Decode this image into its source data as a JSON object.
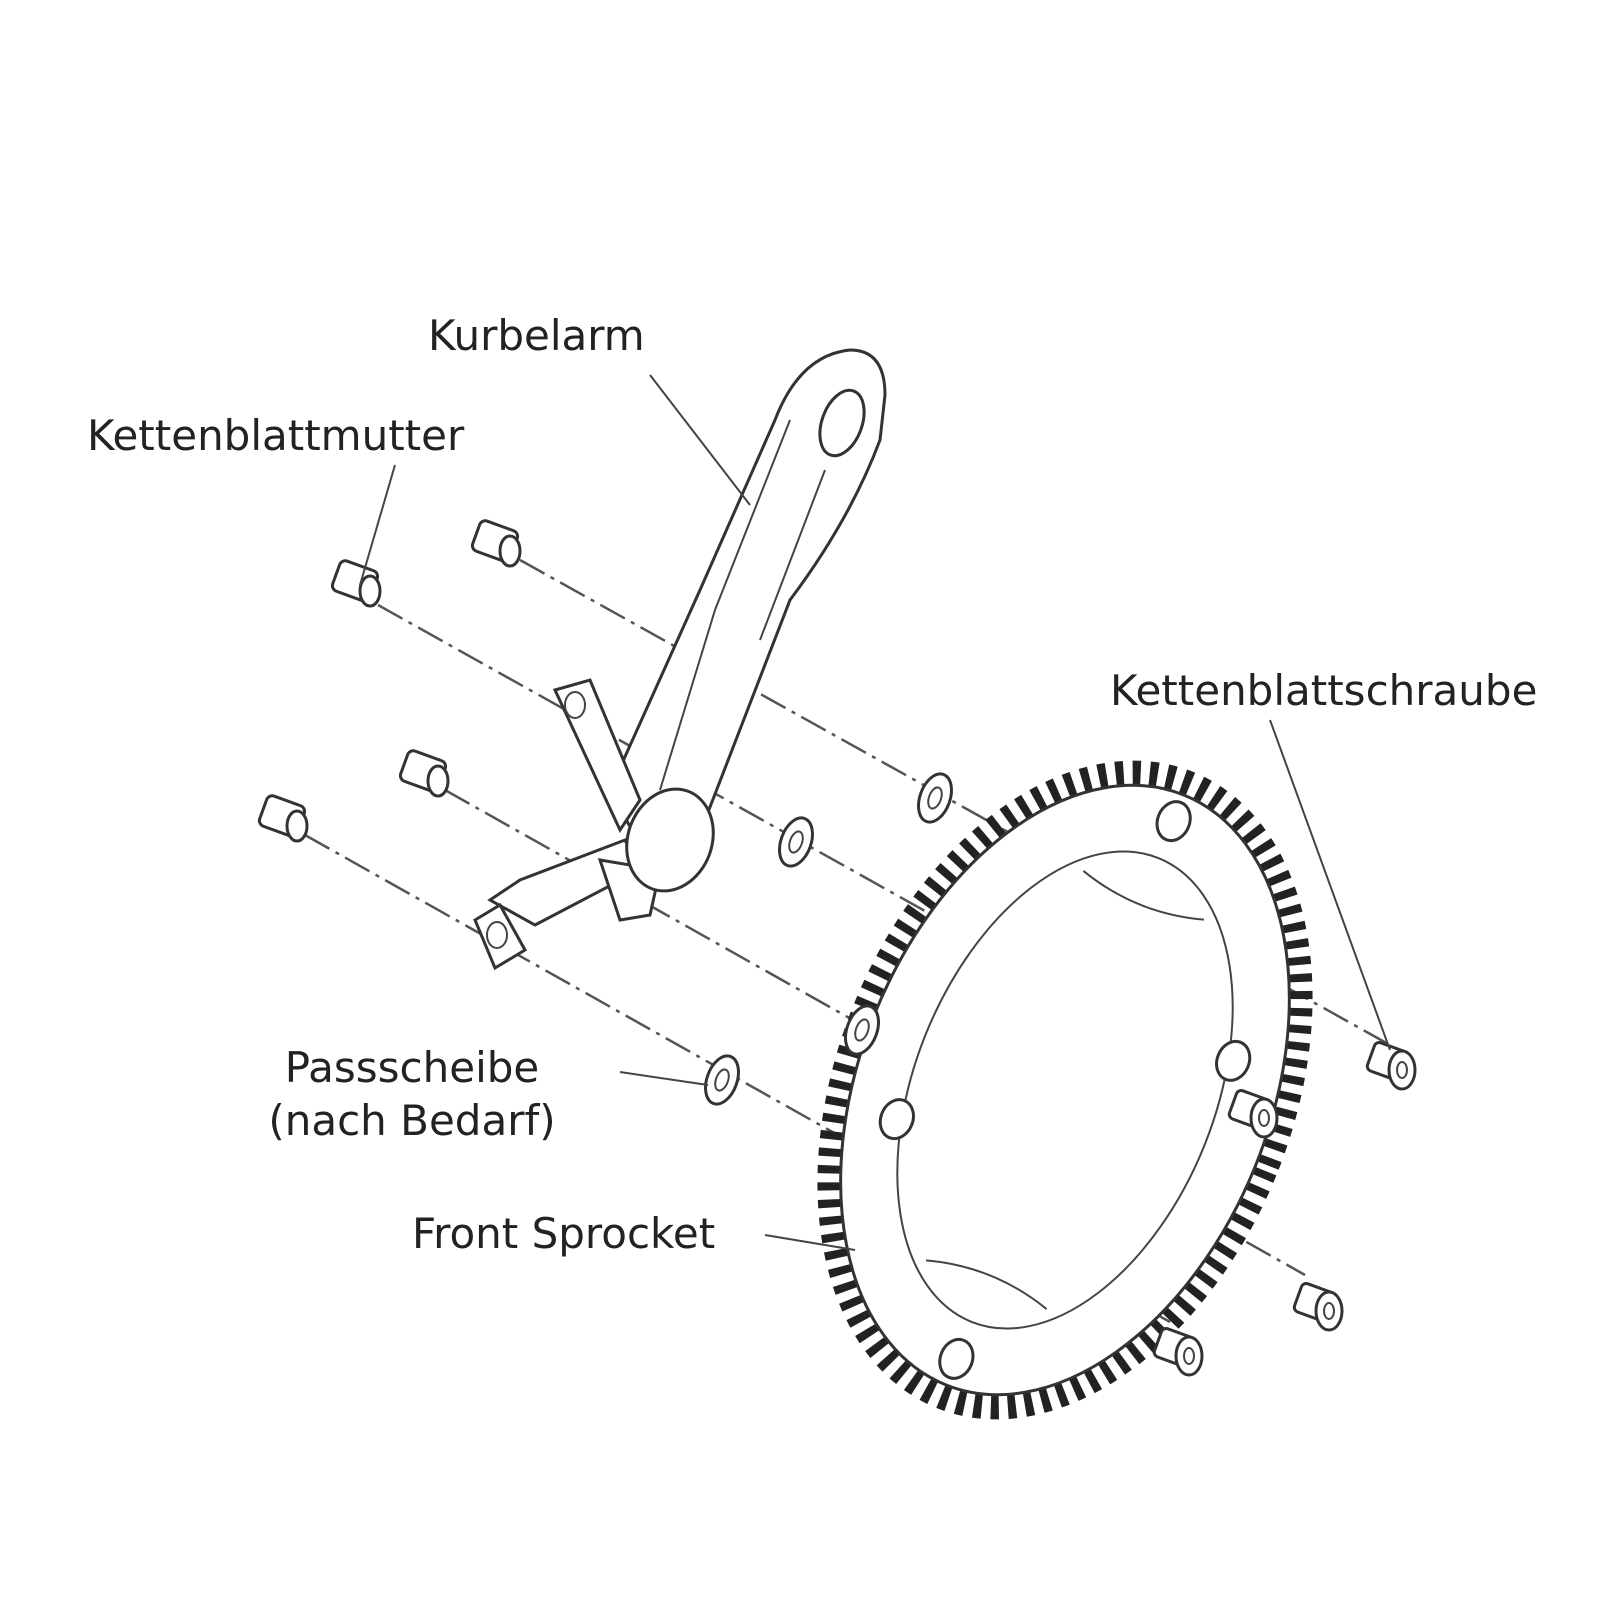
{
  "labels": {
    "crank_arm": "Kurbelarm",
    "chainring_nut": "Kettenblattmutter",
    "chainring_bolt": "Kettenblattschraube",
    "shim_line1": "Passscheibe",
    "shim_line2": "(nach Bedarf)",
    "front_sprocket": "Front Sprocket"
  },
  "colors": {
    "stroke": "#333333",
    "background": "#ffffff",
    "text": "#222222"
  }
}
